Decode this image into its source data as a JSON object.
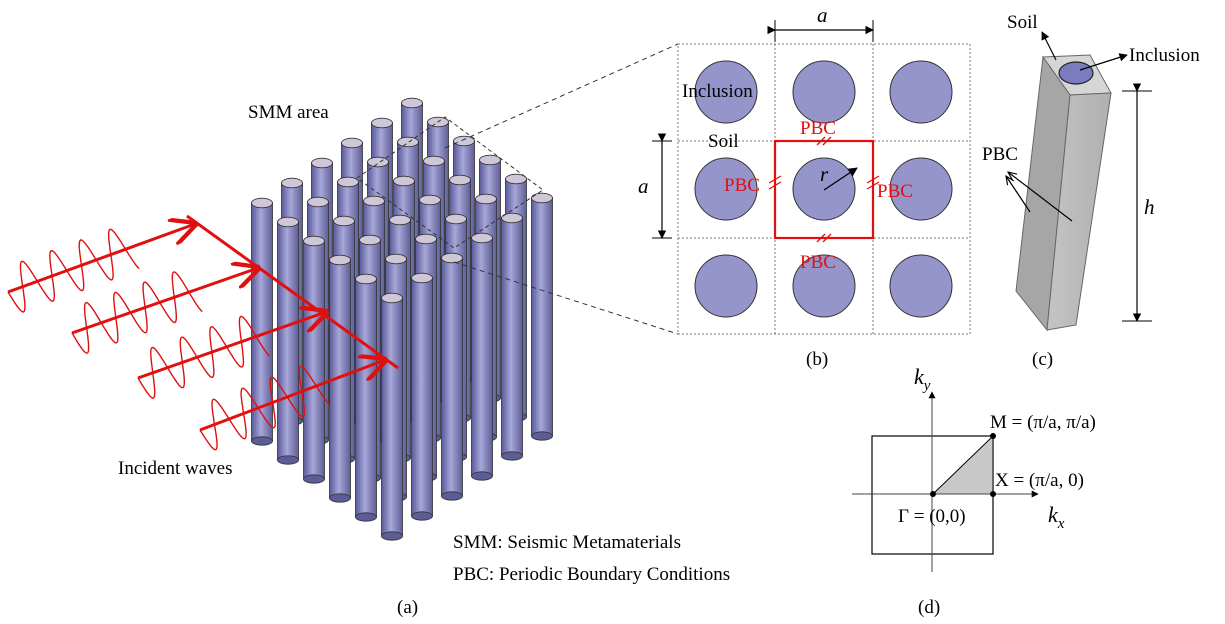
{
  "panel_a": {
    "caption": "(a)",
    "smm_area_label": "SMM area",
    "incident_label": "Incident waves",
    "legend_smm": "SMM: Seismic Metamaterials",
    "legend_pbc": "PBC: Periodic Boundary Conditions"
  },
  "panel_b": {
    "caption": "(b)",
    "lattice_label": "a",
    "lattice_label_side": "a",
    "inclusion_label": "Inclusion",
    "soil_label": "Soil",
    "radius_label": "r",
    "pbc_top": "PBC",
    "pbc_left": "PBC",
    "pbc_right": "PBC",
    "pbc_bottom": "PBC"
  },
  "panel_c": {
    "caption": "(c)",
    "soil_label": "Soil",
    "inclusion_label": "Inclusion",
    "pbc_label": "PBC",
    "height_label": "h"
  },
  "panel_d": {
    "caption": "(d)",
    "ky_main": "k",
    "ky_sub": "y",
    "kx_main": "k",
    "kx_sub": "x",
    "m_point": "M = (π/a, π/a)",
    "x_point": "X = (π/a, 0)",
    "gamma_point": "Γ = (0,0)"
  },
  "colors": {
    "pillar": "#8a8ac6",
    "inclusion": "#9595cc",
    "wave": "#e01010",
    "pbc": "#e01010",
    "ibz": "#c8c8c8"
  }
}
